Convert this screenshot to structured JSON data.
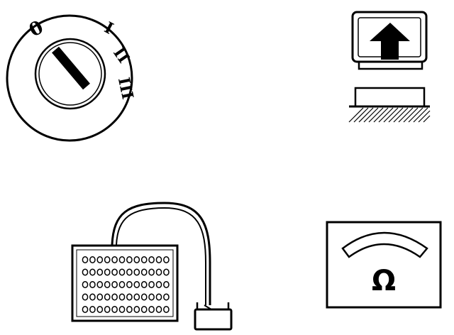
{
  "switch": {
    "positions": [
      "0",
      "I",
      "II",
      "III"
    ],
    "selected_index": 0
  },
  "meter": {
    "unit_symbol": "Ω"
  },
  "colors": {
    "ink": "#000000",
    "paper": "#ffffff"
  },
  "icons": [
    "ignition-switch-icon",
    "up-arrow-key-icon",
    "test-adapter-box-icon",
    "ohmmeter-icon"
  ]
}
